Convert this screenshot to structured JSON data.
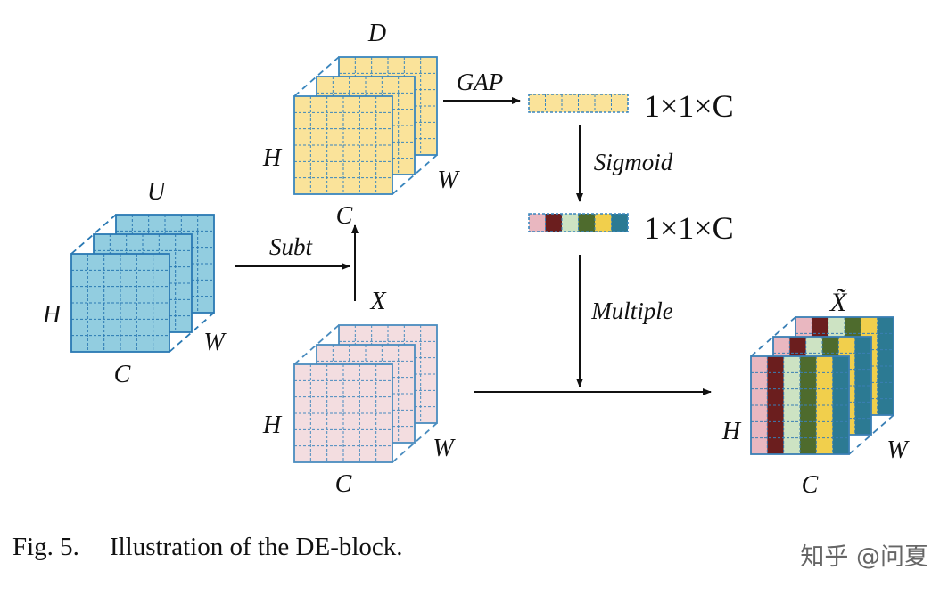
{
  "labels": {
    "u": "U",
    "d": "D",
    "x": "X",
    "xtilde": "X̃",
    "h": "H",
    "w": "W",
    "c": "C",
    "gap": "GAP",
    "sigmoid": "Sigmoid",
    "subt": "Subt",
    "multiple": "Multiple",
    "vec_dim": "1×1×C"
  },
  "caption": {
    "number": "Fig. 5.",
    "text": "Illustration of the DE-block."
  },
  "watermark": "知乎 @问夏",
  "colors": {
    "u_fill": "#92cde0",
    "u_line": "#2a79b3",
    "d_fill": "#fae39a",
    "d_line": "#3a86bd",
    "x_fill": "#f3dde0",
    "x_line": "#4a8cbf",
    "vec1": "#fae39a",
    "vec2": [
      "#e9b7c0",
      "#6b1e1e",
      "#cde3c3",
      "#4e6b2d",
      "#f1cf4c",
      "#2c7a93"
    ]
  }
}
